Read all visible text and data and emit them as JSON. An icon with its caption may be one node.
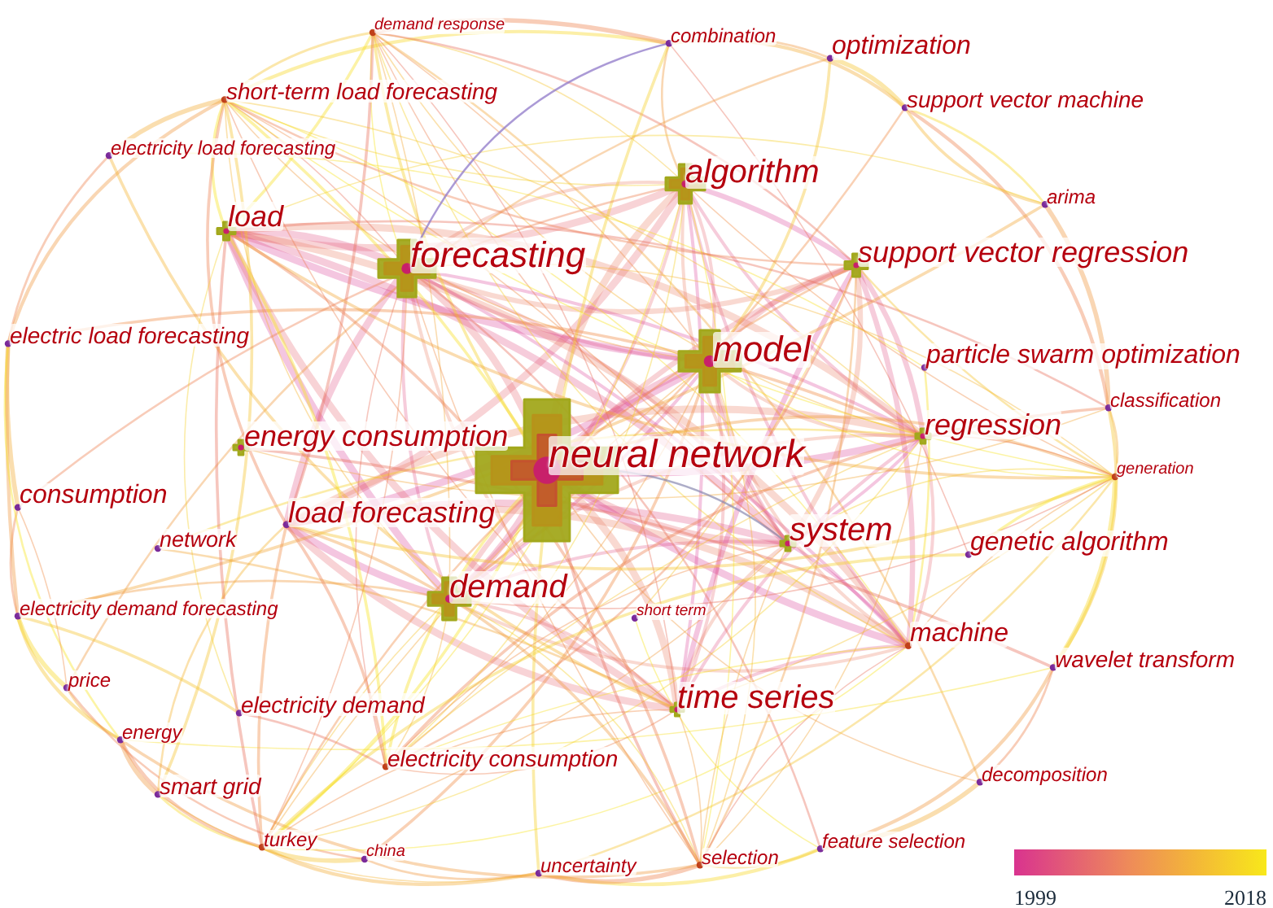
{
  "diagram": {
    "labels": [
      "demand response",
      "combination",
      "optimization",
      "short-term load forecasting",
      "support vector machine",
      "electricity load forecasting",
      "algorithm",
      "arima",
      "load",
      "forecasting",
      "support vector regression",
      "electric load forecasting",
      "model",
      "particle swarm optimization",
      "classification",
      "regression",
      "energy consumption",
      "neural network",
      "generation",
      "consumption",
      "load forecasting",
      "system",
      "network",
      "genetic algorithm",
      "demand",
      "electricity demand forecasting",
      "short term",
      "machine",
      "wavelet transform",
      "price",
      "time series",
      "electricity demand",
      "energy",
      "electricity consumption",
      "decomposition",
      "smart grid",
      "turkey",
      "feature selection",
      "china",
      "selection",
      "uncertainty",
      "1999",
      "2018"
    ]
  }
}
